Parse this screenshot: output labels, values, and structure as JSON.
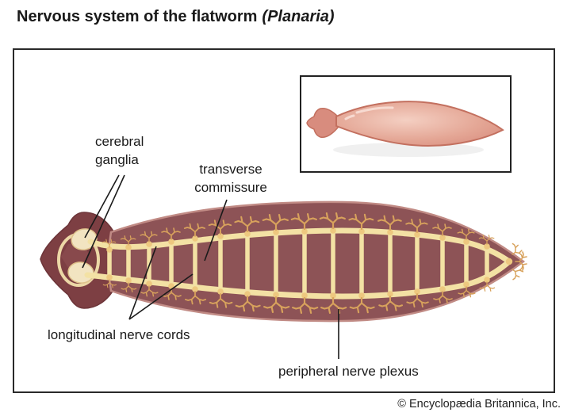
{
  "title": {
    "text": "Nervous system of the flatworm",
    "species": "(Planaria)"
  },
  "diagram": {
    "labels": {
      "cerebral_ganglia": {
        "line1": "cerebral",
        "line2": "ganglia"
      },
      "transverse_commissure": {
        "line1": "transverse",
        "line2": "commissure"
      },
      "longitudinal_nerve_cords": "longitudinal nerve cords",
      "peripheral_nerve_plexus": "peripheral nerve plexus"
    },
    "structures": [
      "cerebral ganglia",
      "transverse commissure",
      "longitudinal nerve cords",
      "peripheral nerve plexus"
    ]
  },
  "credit": "© Encyclopædia Britannica, Inc.",
  "colors": {
    "ink": "#1a1a1a",
    "body": "#8d5356",
    "body_rim": "#c18b85",
    "head": "#7d3f43",
    "ring": "#ecd7a6",
    "nerve": "#f3e1a4",
    "nerve_node": "#edc87f",
    "nerve_branch": "#d8a25c",
    "ganglia": "#f2e4c1",
    "inset_worm_dark": "#d88c7e",
    "inset_worm_light": "#f4cfc2"
  }
}
